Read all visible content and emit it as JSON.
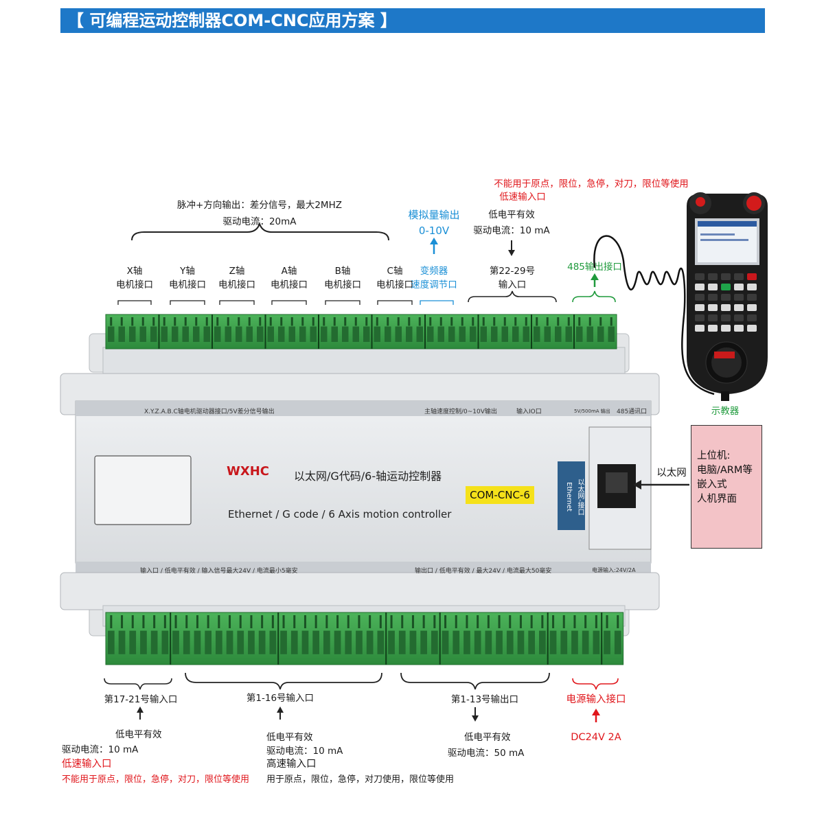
{
  "header": {
    "title": "【 可编程运动控制器COM-CNC应用方案 】"
  },
  "top_labels": {
    "pulse_line1": "脉冲+方向输出：差分信号，最大2MHZ",
    "pulse_line2": "驱动电流：20mA",
    "analog_line1": "模拟量输出",
    "analog_line2": "0-10V",
    "warn_top_line1": "不能用于原点，限位，急停，对刀，限位等使用",
    "warn_top_line2": "低速输入口",
    "low_level": "低电平有效",
    "drive_current": "驱动电流：10 mA",
    "axes": [
      {
        "axis": "X轴",
        "port": "电机接口"
      },
      {
        "axis": "Y轴",
        "port": "电机接口"
      },
      {
        "axis": "Z轴",
        "port": "电机接口"
      },
      {
        "axis": "A轴",
        "port": "电机接口"
      },
      {
        "axis": "B轴",
        "port": "电机接口"
      },
      {
        "axis": "C轴",
        "port": "电机接口"
      }
    ],
    "vfd_line1": "变频器",
    "vfd_line2": "速度调节口",
    "input22_line1": "第22-29号",
    "input22_line2": "输入口",
    "rs485": "485输出接口",
    "pendant": "示教器"
  },
  "panel": {
    "top_strip_left": "X.Y.Z.A.B.C轴电机驱动器接口/5V差分信号输出",
    "top_strip_spindle": "主轴速度控制/0~10V输出",
    "top_strip_io": "输入IO口",
    "top_strip_5v": "5V/500mA 输出",
    "top_strip_485": "485通讯口",
    "logo": "WXHC",
    "controller_cn": "以太网/G代码/6-轴运动控制器",
    "controller_en": "Ethernet / G code / 6 Axis motion controller",
    "model": "COM-CNC-6",
    "eth_label_line1": "以太网-接口",
    "eth_label_line2": "Ethernet",
    "bottom_strip_in": "输入口 / 低电平有效 / 输入信号最大24V / 电流最小5毫安",
    "bottom_strip_out": "输出口 / 低电平有效 / 最大24V / 电流最大50毫安",
    "bottom_strip_power": "电源输入:24V/2A"
  },
  "right_side": {
    "ethernet": "以太网",
    "host_lines": [
      "上位机:",
      "电脑/ARM等",
      "嵌入式",
      "人机界面"
    ]
  },
  "bottom_labels": {
    "in17_title": "第17-21号输入口",
    "in17_low": "低电平有效",
    "in17_current": "驱动电流：10 mA",
    "in17_speed": "低速输入口",
    "in17_warn": "不能用于原点，限位，急停，对刀，限位等使用",
    "in1_title": "第1-16号输入口",
    "in1_low": "低电平有效",
    "in1_current": "驱动电流：10 mA",
    "in1_speed": "高速输入口",
    "in1_use": "用于原点，限位，急停，对刀使用，限位等使用",
    "out_title": "第1-13号输出口",
    "out_low": "低电平有效",
    "out_current": "驱动电流：50 mA",
    "power_title": "电源输入接口",
    "power_spec": "DC24V  2A"
  },
  "colors": {
    "header": "#1e78c8",
    "terminal": "#3aa64a",
    "red": "#e0161b",
    "blue": "#1a8fd6",
    "green": "#1f9a3c",
    "host_box": "#f3c3c7",
    "model_tag": "#f5e11a"
  }
}
